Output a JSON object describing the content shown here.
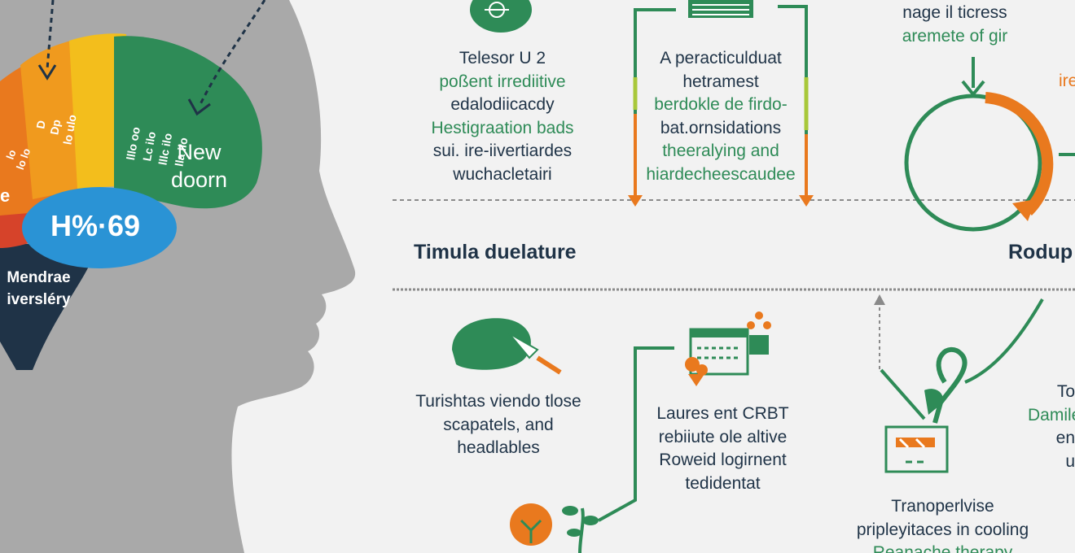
{
  "colors": {
    "green": "#2e8b57",
    "orange": "#e9791e",
    "navy": "#1f3347",
    "blue": "#2a93d5",
    "grey_head": "#a9a9a9",
    "yellow": "#f3be1c",
    "red": "#d6432a"
  },
  "brain": {
    "lobe_green": [
      "New",
      "doorn"
    ],
    "lobe_green_small": [
      "lllo  oo",
      "Lc  ilo",
      "lllc  ilo",
      "lla  ilo"
    ],
    "lobe_orange": [
      "D",
      "Dp",
      "lo  ulo"
    ],
    "lobe_red": [
      "lo",
      "lo  lo"
    ],
    "cap": "H%·69",
    "side": [
      "Mendrae",
      "iversléry"
    ],
    "edge": "e"
  },
  "top": {
    "col1": [
      "Telesor U 2",
      "poßent irrediitive",
      "edalodiicacdy",
      "Hestigraation bads",
      "sui. ire-iivertiardes",
      "wuchacletairi"
    ],
    "col2": [
      "A peracticulduat",
      "hetramest",
      "berdokle de firdo-",
      "bat.ornsidations",
      "theeralying and",
      "hiardecheescaudee"
    ],
    "col3": [
      "nage il ticress",
      "aremete of gir"
    ],
    "col3_cut": "ire"
  },
  "section": {
    "left": "Timula duelature",
    "right": "Rodup"
  },
  "bottom": {
    "col1": [
      "Turishtas viendo tlose",
      "scapatels, and",
      "headlables"
    ],
    "col2": [
      "Laures ent CRBT",
      "rebiiute ole altive",
      "Roweid logirnent",
      "tedidentat"
    ],
    "col3": [
      "Tranoperlvise",
      "pripleyitaces in cooling",
      "Reanache therapy"
    ],
    "col4": [
      "To",
      "Damile",
      "en",
      "u"
    ]
  },
  "icons": [
    "brain-chip-icon",
    "book-icon",
    "cycle-arrow-icon",
    "brain-scalpel-icon",
    "calendar-icon",
    "flower-icon",
    "plant-icon",
    "ribbon-icon",
    "box-icon",
    "lightbulb-icon",
    "sprout-icon"
  ]
}
